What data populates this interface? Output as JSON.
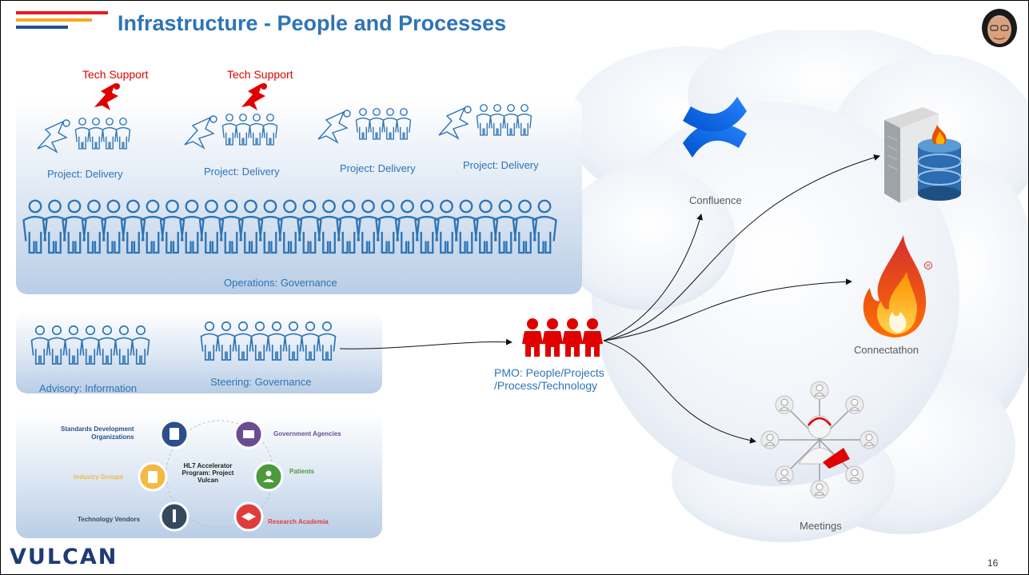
{
  "slide": {
    "title": "Infrastructure - People and Processes",
    "page_number": "16",
    "logo_text": "VULCAN",
    "colors": {
      "title": "#2e74b5",
      "stripe_red": "#e31b23",
      "stripe_orange": "#f7a823",
      "stripe_blue": "#1f4e9c",
      "people_blue": "#2e74b5",
      "tech_red": "#e00000"
    }
  },
  "projects": {
    "tech_support_labels": [
      "Tech Support",
      "Tech Support"
    ],
    "delivery_labels": [
      "Project: Delivery",
      "Project: Delivery",
      "Project: Delivery",
      "Project: Delivery"
    ]
  },
  "operations": {
    "label": "Operations: Governance"
  },
  "advisory": {
    "label": "Advisory: Information"
  },
  "steering": {
    "label": "Steering: Governance"
  },
  "pmo": {
    "line1": "PMO: People/Projects",
    "line2": "/Process/Technology"
  },
  "tools": {
    "confluence": "Confluence",
    "connectathon": "Connectathon",
    "meetings": "Meetings"
  },
  "wheel": {
    "center_line1": "HL7 Accelerator",
    "center_line2": "Program: Project",
    "center_line3": "Vulcan",
    "sdo_line1": "Standards Development",
    "sdo_line2": "Organizations",
    "government": "Government Agencies",
    "patients": "Patients",
    "research": "Research Academia",
    "tech_vendors": "Technology Vendors",
    "industry": "Industry Groups",
    "node_colors": {
      "sdo": "#2d4f8a",
      "government": "#6a4c93",
      "patients": "#4c9a3a",
      "research": "#e03c3c",
      "vendors": "#34495e",
      "industry": "#f4b942"
    }
  }
}
